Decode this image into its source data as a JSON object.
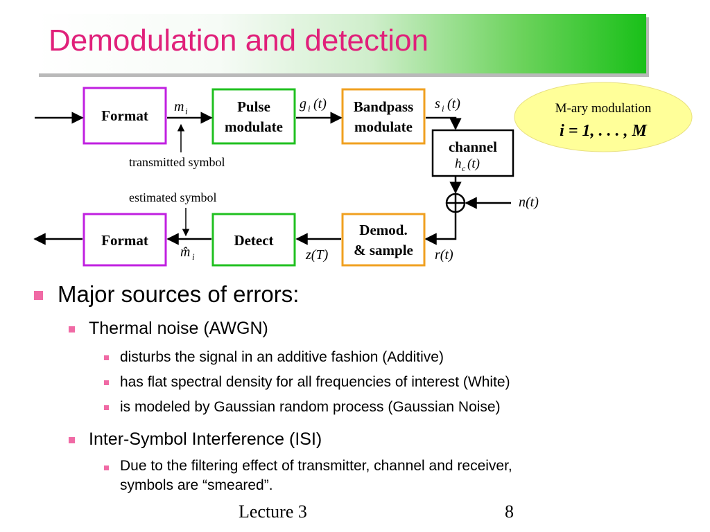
{
  "slide": {
    "title": "Demodulation and detection",
    "footer_left": "Lecture 3",
    "footer_right": "8"
  },
  "diagram": {
    "blocks": {
      "format_tx": "Format",
      "pulse_modulate": [
        "Pulse",
        "modulate"
      ],
      "bandpass_modulate": [
        "Bandpass",
        "modulate"
      ],
      "channel": "channel",
      "channel_response": "h",
      "channel_response_sub": "c",
      "channel_response_arg": "(t)",
      "demod_sample": [
        "Demod.",
        "& sample"
      ],
      "detect": "Detect",
      "format_rx": "Format"
    },
    "signals": {
      "m_i": {
        "base": "m",
        "sub": "i"
      },
      "g_i": {
        "base": "g",
        "sub": "i",
        "arg": "(t)"
      },
      "s_i": {
        "base": "s",
        "sub": "i",
        "arg": "(t)"
      },
      "n_t": "n(t)",
      "r_t": "r(t)",
      "z_T": "z(T)",
      "m_hat_i": {
        "base": "m̂",
        "sub": "i"
      }
    },
    "labels": {
      "transmitted_symbol": "transmitted symbol",
      "estimated_symbol": "estimated symbol"
    },
    "callout": {
      "title": "M-ary modulation",
      "formula": "i = 1, . . . , M"
    }
  },
  "bullets": [
    {
      "level": 1,
      "text": "Major sources of errors:"
    },
    {
      "level": 2,
      "text": "Thermal noise (AWGN)"
    },
    {
      "level": 3,
      "text": "disturbs the signal in an additive fashion (Additive)"
    },
    {
      "level": 3,
      "text": "has flat spectral density for all frequencies of interest (White)"
    },
    {
      "level": 3,
      "text": "is modeled by Gaussian random process (Gaussian Noise)"
    },
    {
      "level": 2,
      "text": "Inter-Symbol Interference (ISI)"
    },
    {
      "level": 3,
      "text": "Due to the filtering effect of transmitter, channel and receiver,"
    },
    {
      "level": 3,
      "text": "symbols are “smeared”."
    }
  ],
  "colors": {
    "title": "#e0207a",
    "format_block": "#c020e0",
    "pulse_detect_block": "#20c020",
    "bandpass_demod_block": "#f0a020",
    "channel_block": "#000000",
    "callout_fill": "#ffff99",
    "bullet_square": "#f06aa5"
  }
}
